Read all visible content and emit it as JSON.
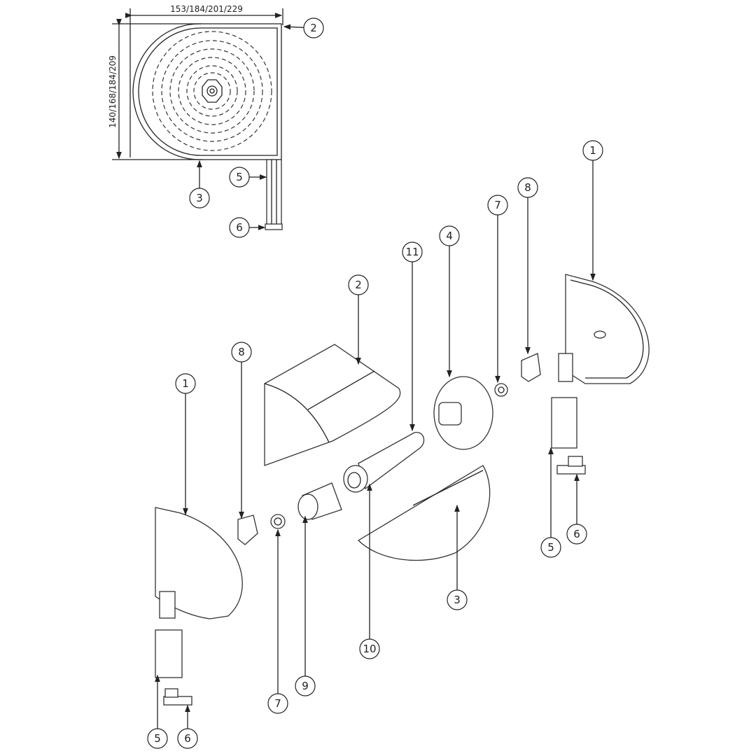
{
  "dimensions": {
    "width": "153/184/201/229",
    "height": "140/168/184/209"
  },
  "section_callouts": [
    "2",
    "5",
    "3",
    "6"
  ],
  "exploded_callouts": [
    "1",
    "8",
    "7",
    "4",
    "11",
    "2",
    "8",
    "1",
    "5",
    "6",
    "3",
    "10",
    "9",
    "7",
    "5",
    "6"
  ]
}
